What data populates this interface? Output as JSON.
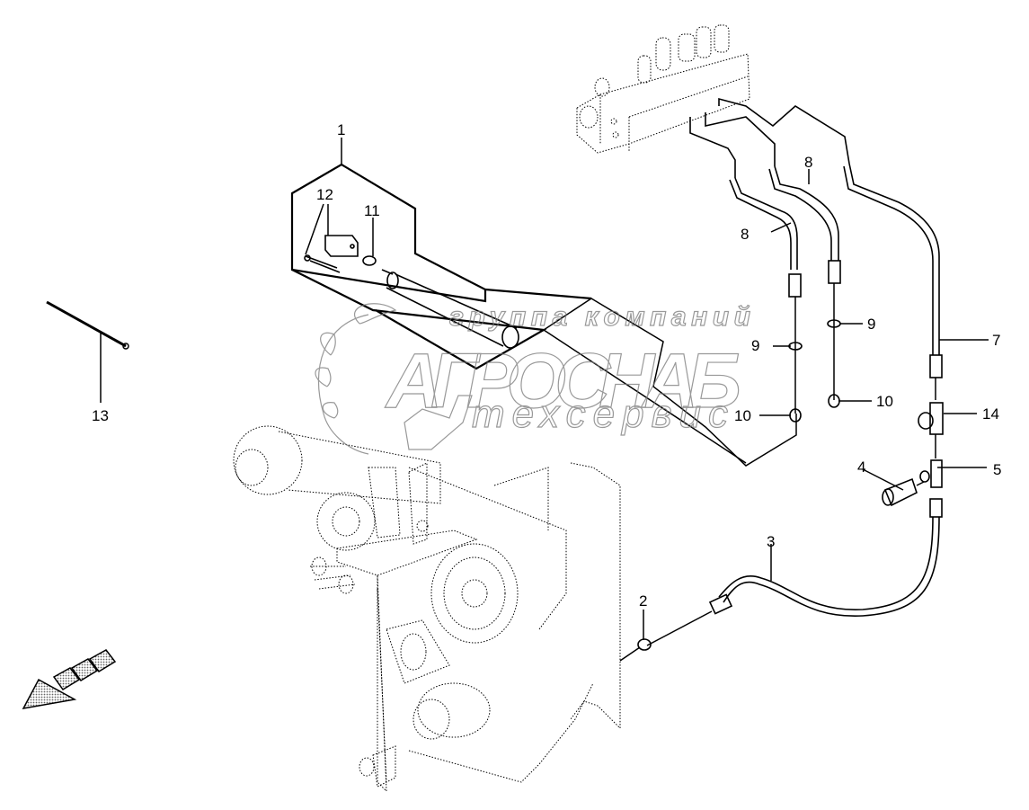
{
  "diagram": {
    "type": "exploded parts diagram",
    "subject": "hydraulic lines assembly with valve block and gearbox",
    "callouts": [
      {
        "id": "1",
        "label": "1"
      },
      {
        "id": "2",
        "label": "2"
      },
      {
        "id": "3",
        "label": "3"
      },
      {
        "id": "4",
        "label": "4"
      },
      {
        "id": "5",
        "label": "5"
      },
      {
        "id": "7",
        "label": "7"
      },
      {
        "id": "8a",
        "label": "8"
      },
      {
        "id": "8b",
        "label": "8"
      },
      {
        "id": "9a",
        "label": "9"
      },
      {
        "id": "9b",
        "label": "9"
      },
      {
        "id": "10a",
        "label": "10"
      },
      {
        "id": "10b",
        "label": "10"
      },
      {
        "id": "11",
        "label": "11"
      },
      {
        "id": "12",
        "label": "12"
      },
      {
        "id": "13",
        "label": "13"
      },
      {
        "id": "14",
        "label": "14"
      }
    ],
    "direction_indicator": "front-arrow"
  },
  "watermark": {
    "line1": "группа компаний",
    "line2": "АГРОСНАБ",
    "line3": "техсервис",
    "color": "#777777"
  }
}
